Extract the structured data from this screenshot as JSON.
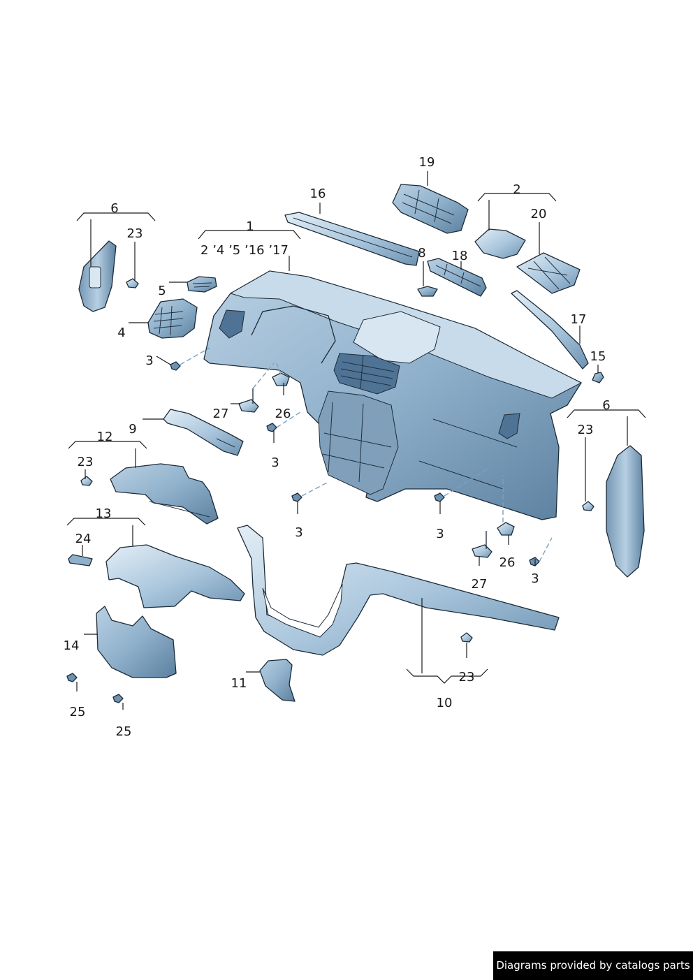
{
  "callouts": {
    "c1": "1",
    "c1_sub": "2 ’4 ’5 ’16 ’17",
    "c2": "2",
    "c3a": "3",
    "c3b": "3",
    "c3c": "3",
    "c3d": "3",
    "c3e": "3",
    "c4": "4",
    "c5": "5",
    "c6a": "6",
    "c6b": "6",
    "c8": "8",
    "c9": "9",
    "c10": "10",
    "c11": "11",
    "c12": "12",
    "c13": "13",
    "c14": "14",
    "c15": "15",
    "c16": "16",
    "c17": "17",
    "c18": "18",
    "c19": "19",
    "c20": "20",
    "c23a": "23",
    "c23b": "23",
    "c23c": "23",
    "c23d": "23",
    "c24": "24",
    "c25a": "25",
    "c25b": "25",
    "c26a": "26",
    "c26b": "26",
    "c27a": "27",
    "c27b": "27"
  },
  "footer": {
    "credit": "Diagrams provided by catalogs parts"
  },
  "colors": {
    "part_light": "#c9dbe9",
    "part_mid": "#9dbbd3",
    "part_dark": "#5f84a3",
    "outline": "#1d2b38"
  }
}
